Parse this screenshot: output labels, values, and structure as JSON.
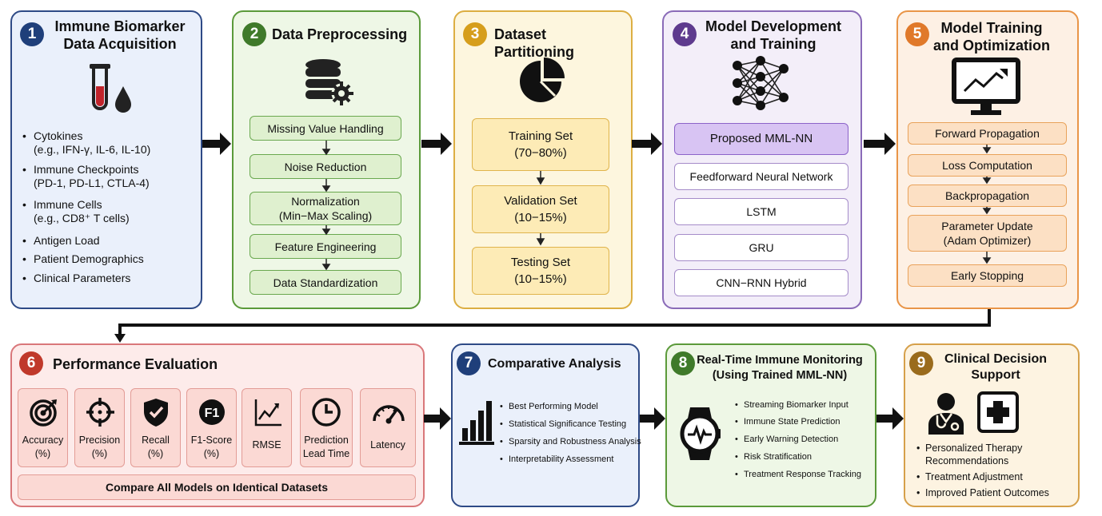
{
  "step1": {
    "number": "1",
    "title": "Immune Biomarker\nData Acquisition",
    "items": [
      {
        "main": "Cytokines",
        "sub": "(e.g., IFN-γ, IL-6, IL-10)"
      },
      {
        "main": "Immune Checkpoints",
        "sub": "(PD-1, PD-L1, CTLA-4)"
      },
      {
        "main": "Immune Cells",
        "sub": "(e.g., CD8⁺ T cells)"
      },
      {
        "main": "Antigen Load",
        "sub": ""
      },
      {
        "main": "Patient Demographics",
        "sub": ""
      },
      {
        "main": "Clinical Parameters",
        "sub": ""
      }
    ],
    "icon": "test-tube-drop-icon"
  },
  "step2": {
    "number": "2",
    "title": "Data Preprocessing",
    "items": [
      "Missing Value Handling",
      "Noise Reduction",
      "Normalization\n(Min−Max Scaling)",
      "Feature Engineering",
      "Data Standardization"
    ],
    "icon": "database-gear-icon"
  },
  "step3": {
    "number": "3",
    "title": "Dataset Partitioning",
    "items": [
      "Training Set\n(70−80%)",
      "Validation Set\n(10−15%)",
      "Testing Set\n(10−15%)"
    ],
    "icon": "pie-chart-icon"
  },
  "step4": {
    "number": "4",
    "title": "Model Development\nand Training",
    "items": [
      "Proposed MML-NN",
      "Feedforward Neural Network",
      "LSTM",
      "GRU",
      "CNN−RNN Hybrid"
    ],
    "icon": "neural-network-icon"
  },
  "step5": {
    "number": "5",
    "title": "Model Training\nand Optimization",
    "items": [
      "Forward Propagation",
      "Loss Computation",
      "Backpropagation",
      "Parameter Update\n(Adam Optimizer)",
      "Early Stopping"
    ],
    "icon": "monitor-chart-icon"
  },
  "step6": {
    "number": "6",
    "title": "Performance Evaluation",
    "metrics": [
      {
        "label": "Accuracy\n(%)",
        "icon": "target-icon"
      },
      {
        "label": "Precision\n(%)",
        "icon": "crosshair-icon"
      },
      {
        "label": "Recall\n(%)",
        "icon": "shield-check-icon"
      },
      {
        "label": "F1-Score\n(%)",
        "icon": "f1-icon",
        "glyph": "F1"
      },
      {
        "label": "RMSE",
        "icon": "line-chart-icon"
      },
      {
        "label": "Prediction\nLead Time",
        "icon": "clock-icon"
      },
      {
        "label": "Latency",
        "icon": "gauge-icon"
      }
    ],
    "footer": "Compare All Models on Identical Datasets"
  },
  "step7": {
    "number": "7",
    "title": "Comparative Analysis",
    "items": [
      "Best Performing Model",
      "Statistical Significance Testing",
      "Sparsity and Robustness Analysis",
      "Interpretability Assessment"
    ],
    "icon": "bar-chart-icon"
  },
  "step8": {
    "number": "8",
    "title": "Real-Time Immune Monitoring\n(Using Trained MML-NN)",
    "items": [
      "Streaming Biomarker Input",
      "Immune State Prediction",
      "Early Warning Detection",
      "Risk Stratification",
      "Treatment Response Tracking"
    ],
    "icon": "smartwatch-icon"
  },
  "step9": {
    "number": "9",
    "title": "Clinical Decision\nSupport",
    "items": [
      "Personalized Therapy\nRecommendations",
      "Treatment Adjustment",
      "Improved Patient Outcomes"
    ],
    "icons": [
      "doctor-icon",
      "medical-cross-icon"
    ]
  },
  "colors": {
    "blue": "#1f3f7a",
    "green": "#3f7a2a",
    "gold": "#d69e1c",
    "purple": "#5e3a8e",
    "orange": "#e0792a",
    "red": "#c0392b",
    "brown": "#9a6b1c"
  }
}
